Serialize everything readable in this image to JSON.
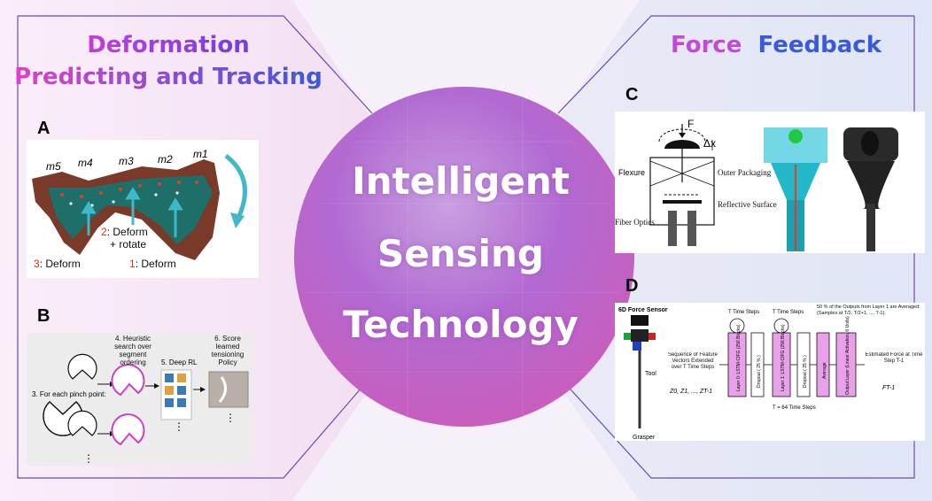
{
  "titles": {
    "left_line1": "Deformation",
    "left_line2": "Predicting and Tracking",
    "right_word1": "Force",
    "right_word2": "Feedback"
  },
  "center": {
    "line1": "Intelligent",
    "line2": "Sensing",
    "line3": "Technology"
  },
  "panels": {
    "a": {
      "label": "A",
      "m_labels": [
        "m5",
        "m4",
        "m3",
        "m2",
        "m1"
      ],
      "step2_num": "2",
      "step2_text": ": Deform",
      "step2_text2": "+ rotate",
      "step3_num": "3",
      "step3_text": ": Deform",
      "step1_num": "1",
      "step1_text": ": Deform"
    },
    "b": {
      "label": "B",
      "step3": "3. For each pinch point:",
      "step4": "4. Heuristic search over segment ordering",
      "step5": "5. Deep RL",
      "step6": "6. Score learned tensioning Policy",
      "ellipsis": "⋮"
    },
    "c": {
      "label": "C",
      "force": "F",
      "delta": "Δx",
      "flexure": "Flexure",
      "outer": "Outer Packaging",
      "reflective": "Reflective Surface",
      "fiber": "Fiber Optics"
    },
    "d": {
      "label": "D",
      "sensor_title": "6D Force Sensor",
      "tool": "Tool",
      "grasper": "Grasper",
      "seq_text": "Sequence of Feature Vectors Extended over T Time Steps",
      "seq_math": "Z0, Z1, ..., ZT-1",
      "time_steps_1": "T Time Steps",
      "time_steps_2": "T Time Steps",
      "layer0": "Layer 0: LSTM-CIFG (256 Blocks)",
      "dropout1": "Dropout ( 25 % )",
      "layer1": "Layer 1: LSTM-CIFG (256 Blocks)",
      "dropout2": "Dropout ( 25 % )",
      "average": "Average",
      "output": "Output Layer (Linear Activation, 6 Units)",
      "avg_note": "50 % of the Outputs from Layer 1 are Averaged: (Samples at T/2, T/2+1, ..., T-1).",
      "t_note": "T = 64 Time Steps",
      "estimate": "Estimated Force at Time Step T-1",
      "estimate_math": "FT-1"
    }
  },
  "colors": {
    "title_grad_start": "#e040c8",
    "title_grad_end": "#3a5ad8",
    "panel_c_teal": "#22b8c8",
    "panel_a_red": "#d0301c",
    "panel_d_pink": "#e8a0e8"
  }
}
